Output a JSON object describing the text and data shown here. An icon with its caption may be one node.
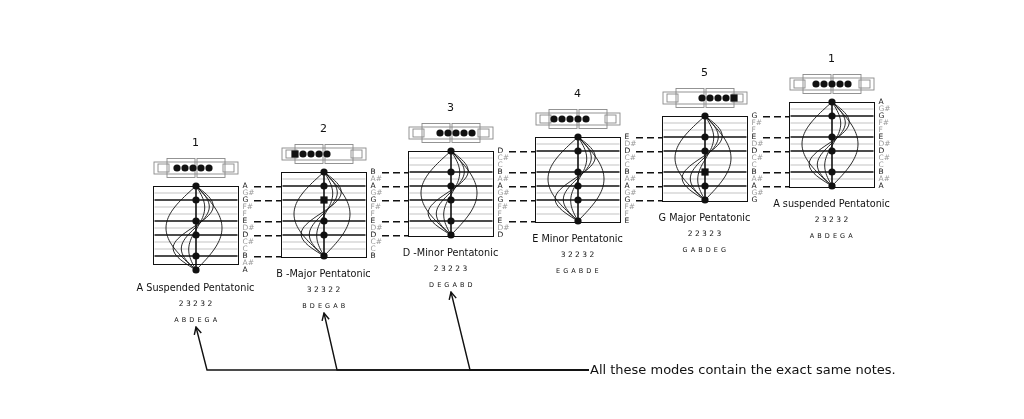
{
  "diagram": {
    "nodes": [
      {
        "text": [
          "1"
        ],
        "beside": [
          "A",
          "G#",
          "G",
          "F#",
          "F",
          "E",
          "D#",
          "D",
          "C#",
          "C",
          "B",
          "A#",
          "A",
          "A Suspended Pentatonic",
          "2 3 2 3 2"
        ]
      },
      {
        "text": [
          "A B D E G A"
        ]
      },
      {
        "text": [
          "2"
        ],
        "beside": [
          "B",
          "A#",
          "A",
          "G#",
          "G",
          "F#",
          "F",
          "E",
          "D#",
          "D",
          "C#",
          "C",
          "B",
          "B -Major Pentatonic",
          "3 2 3 2 2"
        ]
      },
      {
        "text": [
          "B D E G A B"
        ]
      },
      {
        "text": [
          "3"
        ],
        "beside": [
          "D",
          "C#",
          "C",
          "B",
          "A#",
          "A",
          "G#",
          "G",
          "F#",
          "F",
          "E",
          "D#",
          "D",
          "D -Minor Pentatonic",
          "2 3 2 2 3"
        ]
      },
      {
        "text": [
          "D E G A B D"
        ]
      },
      {
        "text": [
          "4"
        ],
        "beside": [
          "E",
          "D#",
          "D",
          "C#",
          "C",
          "B",
          "A#",
          "A",
          "G#",
          "G",
          "F#",
          "F",
          "E",
          "E Minor Pentatonic",
          "3 2 2 3 2",
          "E G A B D E"
        ]
      },
      {
        "text": [
          "5"
        ],
        "beside": [
          "G",
          "F#",
          "F",
          "E",
          "D#",
          "D",
          "C#",
          "C",
          "B",
          "A#",
          "A",
          "G#",
          "G",
          "G Major Pentatonic",
          "2 2 3 2 3",
          "G A B D E G"
        ]
      },
      {
        "text": [
          "1"
        ],
        "beside": [
          "A",
          "G#",
          "G",
          "F#",
          "F",
          "E",
          "D#",
          "D",
          "C#",
          "C",
          "B",
          "A#",
          "A",
          "A suspended Pentatonic",
          "2 3 2 3 2",
          "A B D E G A"
        ]
      },
      {
        "text": [
          "All these modes contain the exact same notes."
        ]
      }
    ],
    "edges": [
      {
        "from": 0,
        "to": 2,
        "arrow": "none",
        "style": "dashed"
      },
      {
        "from": 0,
        "to": 2,
        "arrow": "none",
        "style": "dashed"
      },
      {
        "from": 0,
        "to": 2,
        "arrow": "none",
        "style": "dashed"
      },
      {
        "from": 0,
        "to": 2,
        "arrow": "none",
        "style": "dashed"
      },
      {
        "from": 0,
        "to": 2,
        "arrow": "none",
        "style": "dashed"
      },
      {
        "from": 2,
        "to": 4,
        "arrow": "none",
        "style": "dashed"
      },
      {
        "from": 2,
        "to": 4,
        "arrow": "none",
        "style": "dashed"
      },
      {
        "from": 2,
        "to": 4,
        "arrow": "none",
        "style": "dashed"
      },
      {
        "from": 2,
        "to": 4,
        "arrow": "none",
        "style": "dashed"
      },
      {
        "from": 2,
        "to": 4,
        "arrow": "none",
        "style": "dashed"
      },
      {
        "from": 4,
        "to": 6,
        "arrow": "none",
        "style": "dashed"
      },
      {
        "from": 4,
        "to": 6,
        "arrow": "none",
        "style": "dashed"
      },
      {
        "from": 4,
        "to": 6,
        "arrow": "none",
        "style": "dashed"
      },
      {
        "from": 4,
        "to": 6,
        "arrow": "none",
        "style": "dashed"
      },
      {
        "from": 4,
        "to": 6,
        "arrow": "none",
        "style": "dashed"
      },
      {
        "from": 6,
        "to": 7,
        "arrow": "none",
        "style": "dashed"
      },
      {
        "from": 6,
        "to": 7,
        "arrow": "none",
        "style": "dashed"
      },
      {
        "from": 6,
        "to": 7,
        "arrow": "none",
        "style": "dashed"
      },
      {
        "from": 6,
        "to": 7,
        "arrow": "none",
        "style": "dashed"
      },
      {
        "from": 6,
        "to": 7,
        "arrow": "none",
        "style": "dashed"
      },
      {
        "from": 7,
        "to": 8,
        "arrow": "none",
        "style": "dashed"
      },
      {
        "from": 7,
        "to": 8,
        "arrow": "none",
        "style": "dashed"
      },
      {
        "from": 7,
        "to": 8,
        "arrow": "none",
        "style": "dashed"
      },
      {
        "from": 7,
        "to": 8,
        "arrow": "none",
        "style": "dashed"
      },
      {
        "from": 7,
        "to": 8,
        "arrow": "none",
        "style": "dashed"
      },
      {
        "from": 9,
        "to": 1,
        "arrow": "to"
      },
      {
        "from": 9,
        "to": 3,
        "arrow": "to"
      },
      {
        "from": 9,
        "to": 5,
        "arrow": "to"
      }
    ]
  }
}
